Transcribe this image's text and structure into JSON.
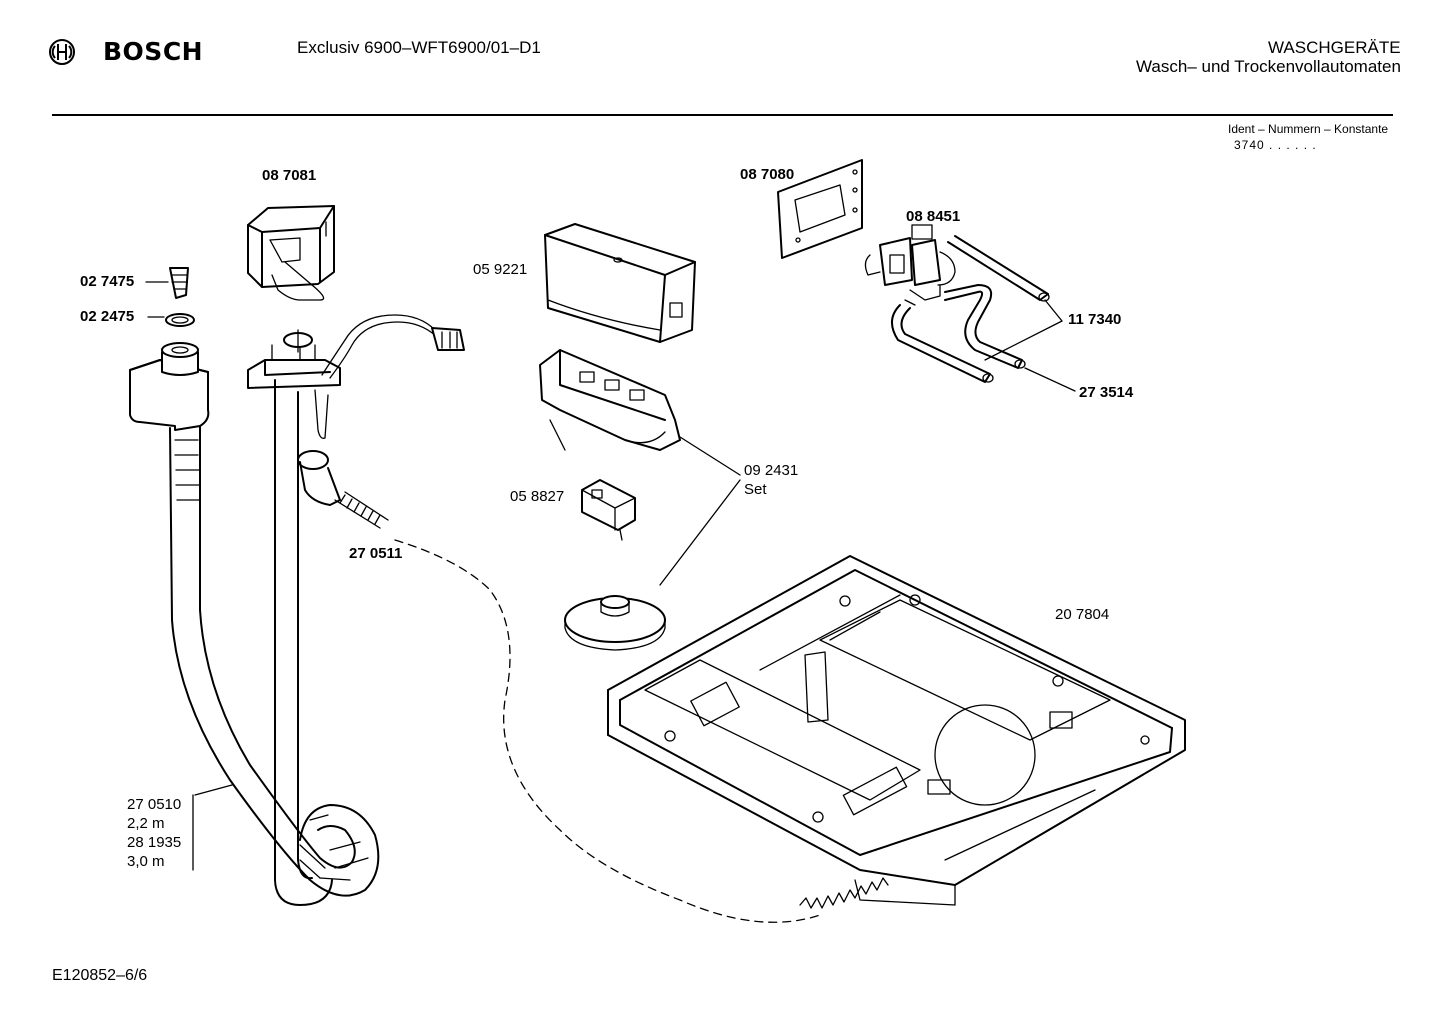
{
  "header": {
    "brand": "BOSCH",
    "model": "Exclusiv 6900–WFT6900/01–D1",
    "category_line1": "WASCHGERÄTE",
    "category_line2": "Wasch– und Trockenvollautomaten",
    "ident_label": "Ident – Nummern – Konstante",
    "ident_value": "3740 . . . . . ."
  },
  "parts": {
    "p087081": "08 7081",
    "p027475": "02 7475",
    "p022475": "02 2475",
    "p059221": "05 9221",
    "p087080": "08 7080",
    "p088451": "08 8451",
    "p117340": "11 7340",
    "p273514": "27 3514",
    "p092431": "09 2431",
    "p092431_set": "Set",
    "p058827": "05 8827",
    "p270511": "27 0511",
    "p207804": "20 7804",
    "p270510": "27 0510",
    "len22": "2,2 m",
    "p281935": "28 1935",
    "len30": "3,0 m"
  },
  "footer": {
    "drawing_id": "E120852–6/6"
  },
  "icons": {
    "logo": "bosch-armature-logo"
  }
}
